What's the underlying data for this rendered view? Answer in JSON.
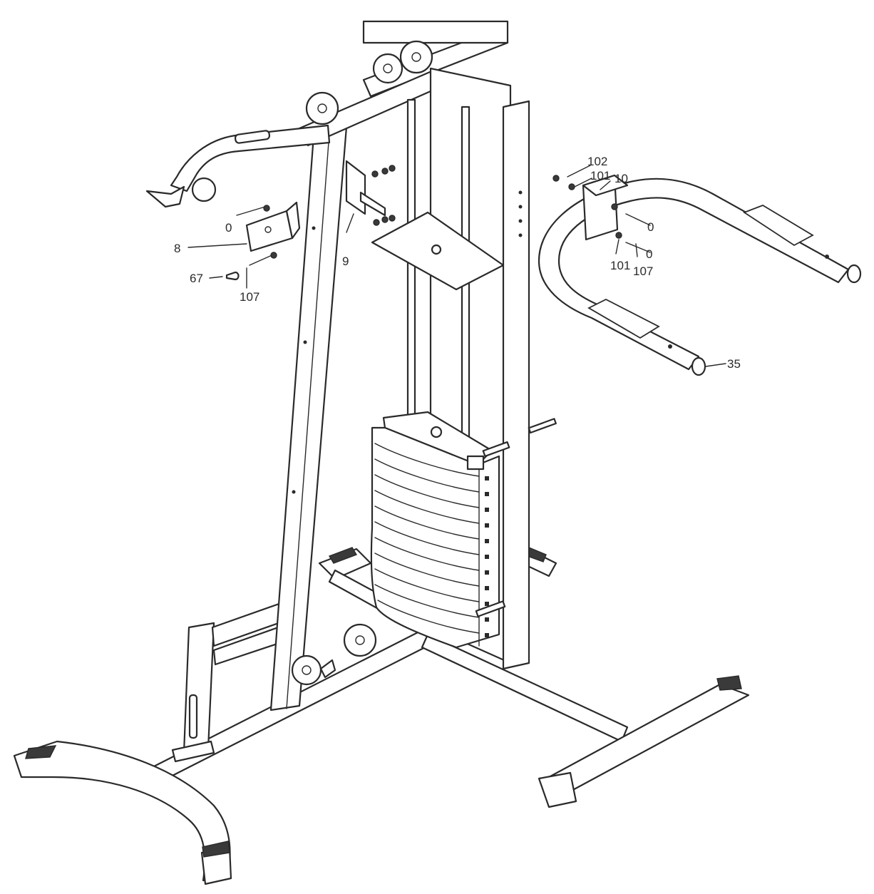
{
  "callouts": {
    "c102": "102",
    "c101a": "101",
    "c10": "10",
    "c0a": "0",
    "c8": "8",
    "c9": "9",
    "c67": "67",
    "c107a": "107",
    "c0b": "0",
    "c0c": "0",
    "c101b": "101",
    "c107b": "107",
    "c35": "35"
  }
}
